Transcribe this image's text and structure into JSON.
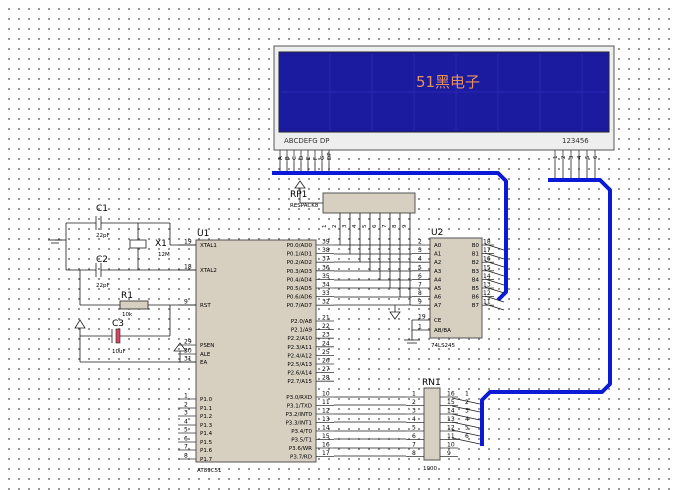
{
  "lcd": {
    "display_text": "51黑电子",
    "left_caption": "ABCDEFG  DP",
    "right_caption": "123456",
    "bg_color": "#1b1ba0",
    "text_color": "#e8905a",
    "bottom_pins_left": [
      "A",
      "B",
      "C",
      "D",
      "E",
      "F",
      "G",
      "DP"
    ],
    "bottom_pins_right": [
      "1",
      "2",
      "3",
      "4",
      "5",
      "6"
    ]
  },
  "rp1": {
    "ref": "RP1",
    "value": "RESPACK8",
    "pins": [
      "1",
      "2",
      "3",
      "4",
      "5",
      "6",
      "7",
      "8",
      "9"
    ]
  },
  "u1": {
    "ref": "U1",
    "part": "AT89C51",
    "left_pins": [
      {
        "num": "19",
        "name": "XTAL1"
      },
      {
        "num": "18",
        "name": "XTAL2"
      },
      {
        "num": "9",
        "name": "RST"
      },
      {
        "num": "29",
        "name": "PSEN"
      },
      {
        "num": "30",
        "name": "ALE"
      },
      {
        "num": "31",
        "name": "EA"
      },
      {
        "num": "1",
        "name": "P1.0"
      },
      {
        "num": "2",
        "name": "P1.1"
      },
      {
        "num": "3",
        "name": "P1.2"
      },
      {
        "num": "4",
        "name": "P1.3"
      },
      {
        "num": "5",
        "name": "P1.4"
      },
      {
        "num": "6",
        "name": "P1.5"
      },
      {
        "num": "7",
        "name": "P1.6"
      },
      {
        "num": "8",
        "name": "P1.7"
      }
    ],
    "right_pins_p0": [
      {
        "num": "39",
        "name": "P0.0/AD0"
      },
      {
        "num": "38",
        "name": "P0.1/AD1"
      },
      {
        "num": "37",
        "name": "P0.2/AD2"
      },
      {
        "num": "36",
        "name": "P0.3/AD3"
      },
      {
        "num": "35",
        "name": "P0.4/AD4"
      },
      {
        "num": "34",
        "name": "P0.5/AD5"
      },
      {
        "num": "33",
        "name": "P0.6/AD6"
      },
      {
        "num": "32",
        "name": "P0.7/AD7"
      }
    ],
    "right_pins_p2": [
      {
        "num": "21",
        "name": "P2.0/A8"
      },
      {
        "num": "22",
        "name": "P2.1/A9"
      },
      {
        "num": "23",
        "name": "P2.2/A10"
      },
      {
        "num": "24",
        "name": "P2.3/A11"
      },
      {
        "num": "25",
        "name": "P2.4/A12"
      },
      {
        "num": "26",
        "name": "P2.5/A13"
      },
      {
        "num": "27",
        "name": "P2.6/A14"
      },
      {
        "num": "28",
        "name": "P2.7/A15"
      }
    ],
    "right_pins_p3": [
      {
        "num": "10",
        "name": "P3.0/RXD"
      },
      {
        "num": "11",
        "name": "P3.1/TXD"
      },
      {
        "num": "12",
        "name": "P3.2/INT0"
      },
      {
        "num": "13",
        "name": "P3.3/INT1"
      },
      {
        "num": "14",
        "name": "P3.4/T0"
      },
      {
        "num": "15",
        "name": "P3.5/T1"
      },
      {
        "num": "16",
        "name": "P3.6/WR"
      },
      {
        "num": "17",
        "name": "P3.7/RD"
      }
    ]
  },
  "u2": {
    "ref": "U2",
    "part": "74LS245",
    "left_pins": [
      {
        "num": "2",
        "name": "A0"
      },
      {
        "num": "3",
        "name": "A1"
      },
      {
        "num": "4",
        "name": "A2"
      },
      {
        "num": "5",
        "name": "A3"
      },
      {
        "num": "6",
        "name": "A4"
      },
      {
        "num": "7",
        "name": "A5"
      },
      {
        "num": "8",
        "name": "A6"
      },
      {
        "num": "9",
        "name": "A7"
      }
    ],
    "ctrl_pins": [
      {
        "num": "19",
        "name": "CE"
      },
      {
        "num": "1",
        "name": "AB/BA"
      }
    ],
    "right_pins": [
      {
        "num": "18",
        "name": "B0"
      },
      {
        "num": "17",
        "name": "B1"
      },
      {
        "num": "16",
        "name": "B2"
      },
      {
        "num": "15",
        "name": "B3"
      },
      {
        "num": "14",
        "name": "B4"
      },
      {
        "num": "13",
        "name": "B5"
      },
      {
        "num": "12",
        "name": "B6"
      },
      {
        "num": "11",
        "name": "B7"
      }
    ]
  },
  "rn1": {
    "ref": "RN1",
    "value": "1000",
    "left_pins": [
      "1",
      "2",
      "3",
      "4",
      "5",
      "6",
      "7",
      "8"
    ],
    "right_pins": [
      "16",
      "15",
      "14",
      "13",
      "12",
      "11",
      "10",
      "9"
    ],
    "out_labels": [
      "1",
      "2",
      "3",
      "4",
      "5",
      "6"
    ]
  },
  "components": {
    "c1": {
      "ref": "C1",
      "value": "22pF"
    },
    "c2": {
      "ref": "C2",
      "value": "22pF"
    },
    "c3": {
      "ref": "C3",
      "value": "10uF"
    },
    "r1": {
      "ref": "R1",
      "value": "10k"
    },
    "x1": {
      "ref": "X1",
      "value": "12M"
    }
  }
}
